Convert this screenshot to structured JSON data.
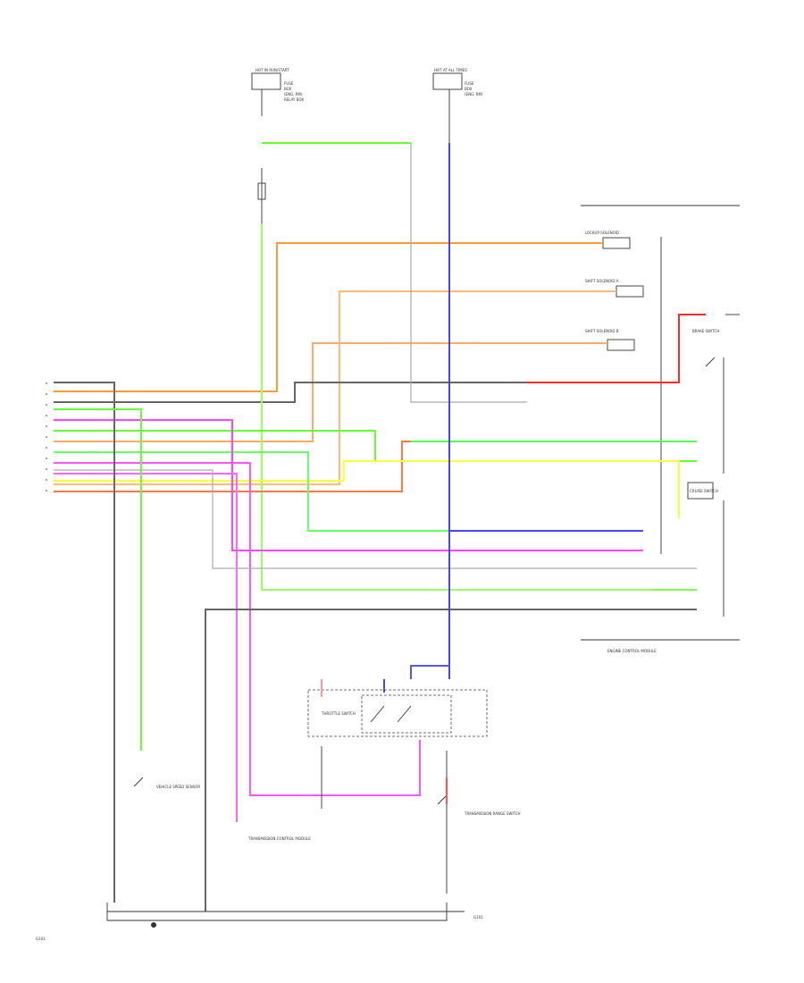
{
  "colors": {
    "orange": "#ff9933",
    "green": "#66ff33",
    "red": "#ff2a2a",
    "yellow": "#ffff33",
    "magenta": "#ff44ff",
    "blue": "#4444ff",
    "gray": "#888888",
    "pink": "#ff9999"
  },
  "fuse_top_left": {
    "title": "HOT IN RUN/START",
    "lines": [
      "FUSE",
      "BOX",
      "(ENG. RM)",
      "RELAY BOX"
    ]
  },
  "fuse_top_mid": {
    "title": "HOT AT ALL TIMES",
    "lines": [
      "FUSE",
      "BOX",
      "(ENG. RM)"
    ]
  },
  "components": {
    "lockup_solenoid": "LOCKUP SOLENOID",
    "shift_solenoid_a": "SHIFT SOLENOID A",
    "shift_solenoid_b": "SHIFT SOLENOID B",
    "throttle_switch": "THROTTLE SWITCH",
    "ecm_name": "ENGINE CONTROL MODULE",
    "brake_switch": "BRAKE SWITCH",
    "cruise_switch": "CRUISE SWITCH",
    "trans_range_switch": "TRANSMISSION RANGE SWITCH",
    "vss": "VEHICLE SPEED SENSOR",
    "trans_control_module": "TRANSMISSION CONTROL MODULE",
    "ground": "G101"
  },
  "footer_code": "G101"
}
